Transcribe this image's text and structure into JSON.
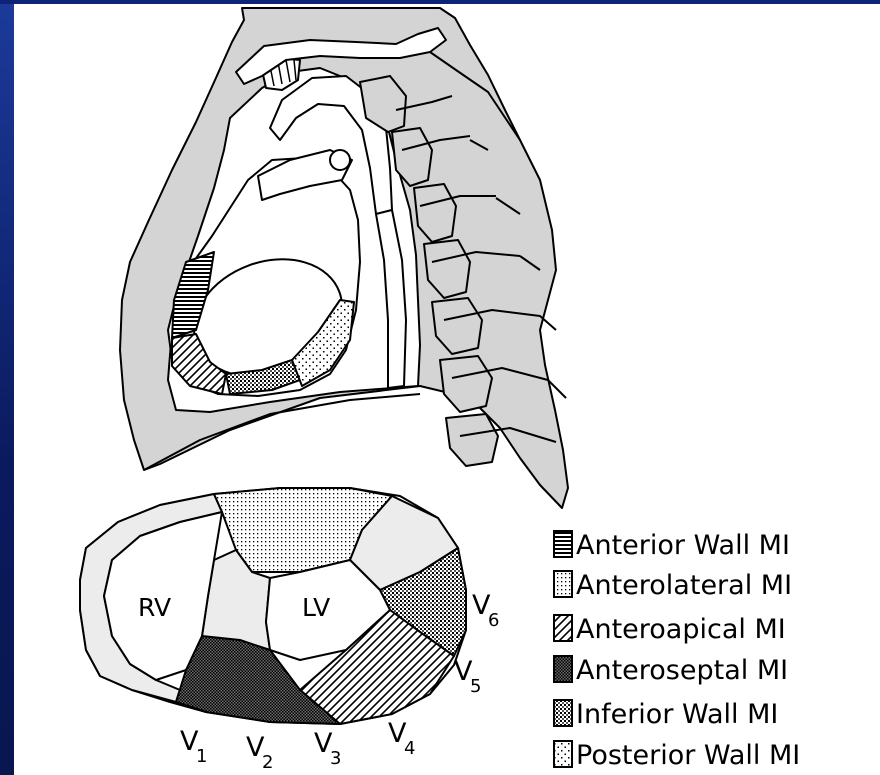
{
  "chambers": {
    "rv": "RV",
    "lv": "LV"
  },
  "leads": [
    {
      "id": "v1",
      "main": "V",
      "sub": "1"
    },
    {
      "id": "v2",
      "main": "V",
      "sub": "2"
    },
    {
      "id": "v3",
      "main": "V",
      "sub": "3"
    },
    {
      "id": "v4",
      "main": "V",
      "sub": "4"
    },
    {
      "id": "v5",
      "main": "V",
      "sub": "5"
    },
    {
      "id": "v6",
      "main": "V",
      "sub": "6"
    }
  ],
  "legend": [
    {
      "label": "Anterior Wall MI",
      "pattern": "horizontal-lines"
    },
    {
      "label": "Anterolateral MI",
      "pattern": "fine-dots"
    },
    {
      "label": "Anteroapical MI",
      "pattern": "diagonal-lines"
    },
    {
      "label": "Anteroseptal MI",
      "pattern": "dense-crosshatch"
    },
    {
      "label": "Inferior Wall MI",
      "pattern": "medium-dots"
    },
    {
      "label": "Posterior Wall MI",
      "pattern": "sparse-dots"
    }
  ],
  "colors": {
    "lung_fill": "#d4d4d4",
    "background": "#0b1d6b"
  }
}
